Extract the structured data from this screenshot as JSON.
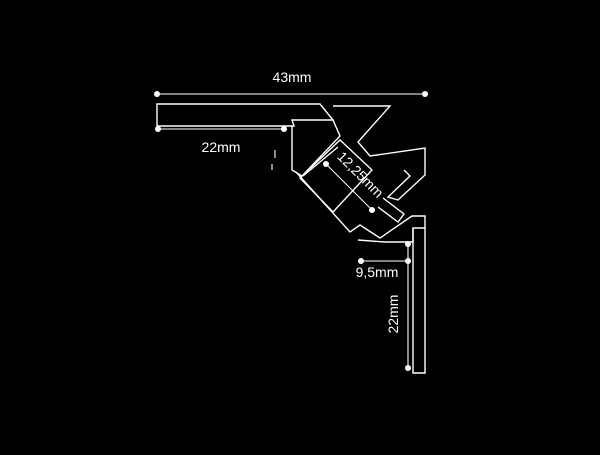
{
  "diagram": {
    "background_color": "#000000",
    "line_color": "#ffffff",
    "dimensions": {
      "overall_width": "43mm",
      "top_flange": "22mm",
      "channel_width": "12,25mm",
      "side_offset": "9,5mm",
      "vertical_flange": "22mm"
    }
  }
}
